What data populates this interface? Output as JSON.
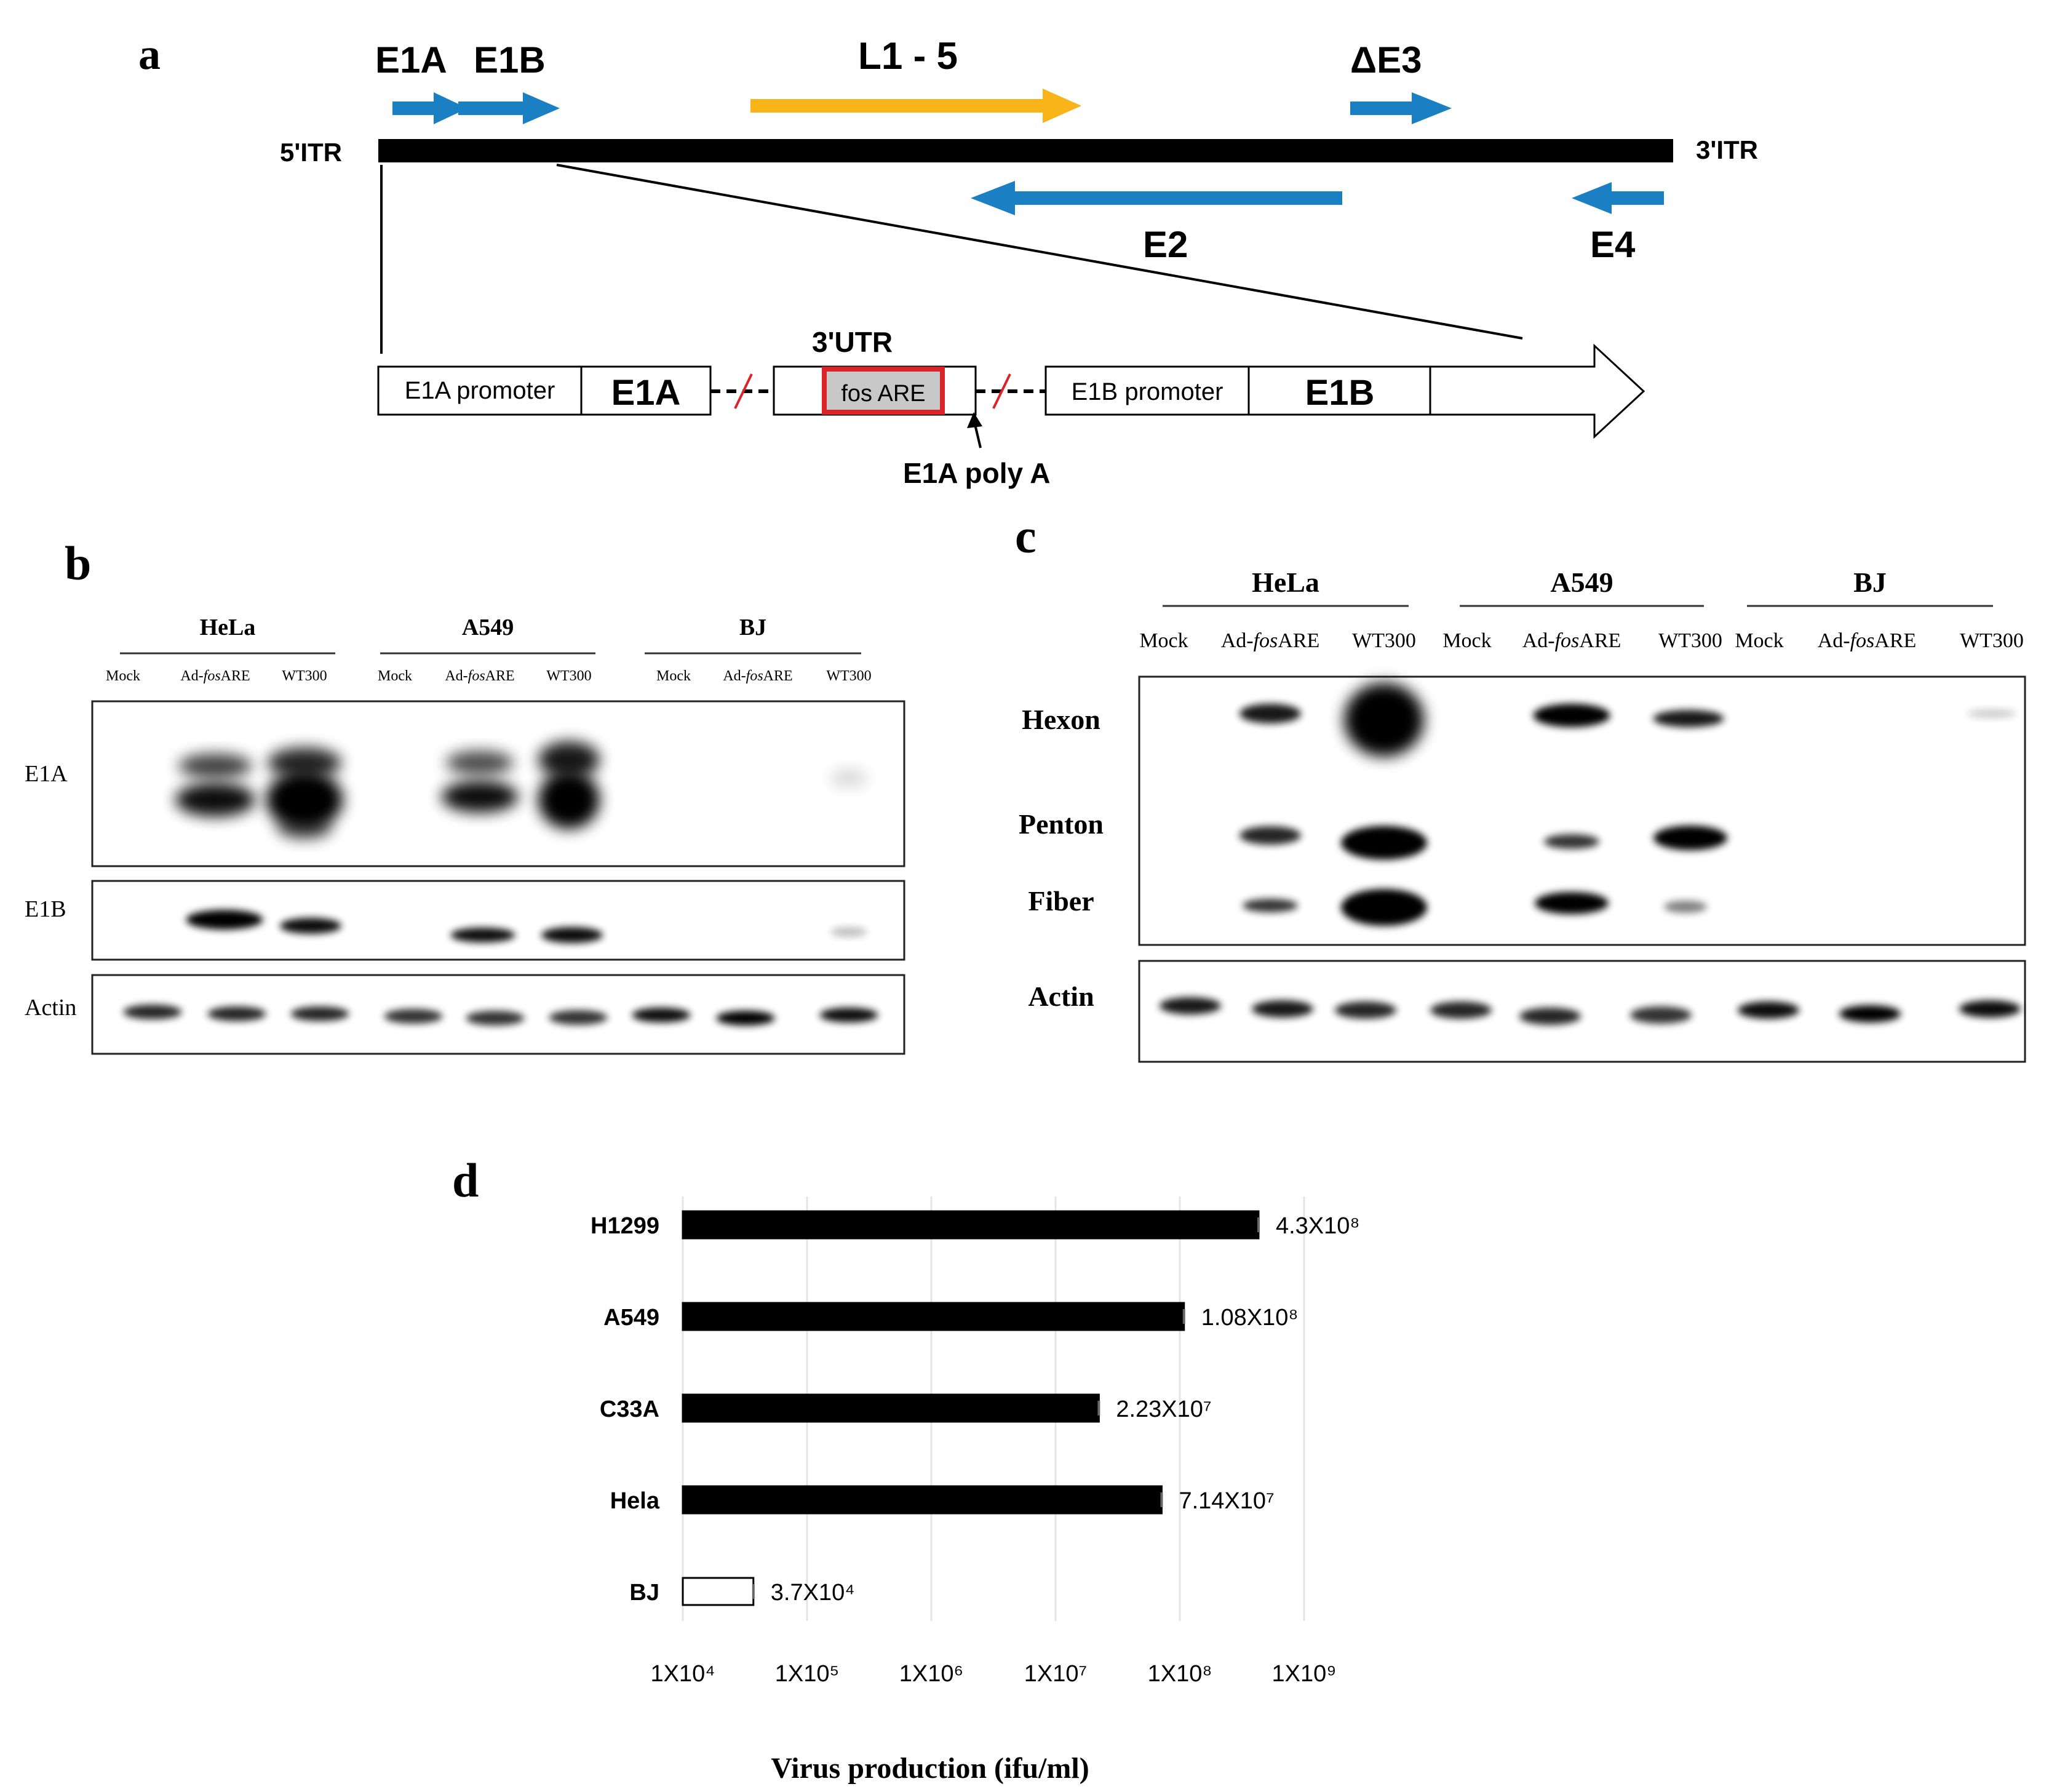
{
  "panel_labels": {
    "a": "a",
    "b": "b",
    "c": "c",
    "d": "d"
  },
  "genome": {
    "left_itr": "5'ITR",
    "right_itr": "3'ITR",
    "genes": {
      "e1a": "E1A",
      "e1b": "E1B",
      "late": "L1 - 5",
      "de3": "ΔE3",
      "e2": "E2",
      "e4": "E4"
    },
    "colors": {
      "blue": "#1a7fc3",
      "orange": "#f8b418",
      "red_box": "#d9252a",
      "genome_bar": "#000000"
    }
  },
  "construct": {
    "e1a_promoter": "E1A promoter",
    "e1a": "E1A",
    "utr_label": "3'UTR",
    "fos_are": "fos ARE",
    "e1a_polya": "E1A poly A",
    "e1b_promoter": "E1B promoter",
    "e1b": "E1B"
  },
  "blot_b": {
    "cell_lines": [
      "HeLa",
      "A549",
      "BJ"
    ],
    "lanes": [
      "Mock",
      "Ad-fosARE",
      "WT300",
      "Mock",
      "Ad-fosARE",
      "WT300",
      "Mock",
      "Ad-fosARE",
      "WT300"
    ],
    "rows": [
      "E1A",
      "E1B",
      "Actin"
    ]
  },
  "blot_c": {
    "cell_lines": [
      "HeLa",
      "A549",
      "BJ"
    ],
    "lanes": [
      "Mock",
      "Ad-fosARE",
      "WT300",
      "Mock",
      "Ad-fosARE",
      "WT300",
      "Mock",
      "Ad-fosARE",
      "WT300"
    ],
    "rows": [
      "Hexon",
      "Penton",
      "Fiber",
      "Actin"
    ]
  },
  "chart_data": {
    "type": "bar",
    "orientation": "horizontal",
    "xlabel": "Virus production (ifu/ml)",
    "xscale": "log",
    "xlim": [
      10000,
      1000000000
    ],
    "ticks": [
      "1X10⁴",
      "1X10⁵",
      "1X10⁶",
      "1X10⁷",
      "1X10⁸",
      "1X10⁹"
    ],
    "grid": "vertical",
    "categories": [
      "H1299",
      "A549",
      "C33A",
      "Hela",
      "BJ"
    ],
    "values": [
      430000000,
      108000000,
      22300000,
      71400000,
      37000
    ],
    "labels": [
      "4.3X10⁸",
      "1.08X10⁸",
      "2.23X10⁷",
      "7.14X10⁷",
      "3.7X10⁴"
    ],
    "fills": [
      "#000000",
      "#000000",
      "#000000",
      "#000000",
      "#ffffff"
    ]
  }
}
